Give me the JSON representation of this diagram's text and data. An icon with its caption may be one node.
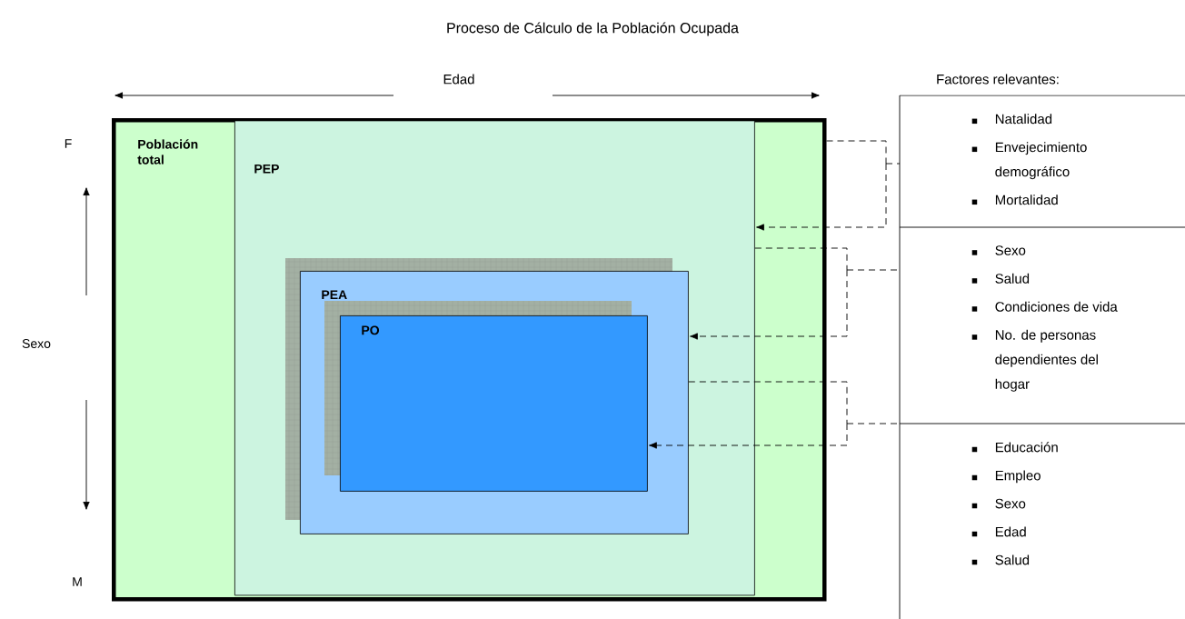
{
  "diagram": {
    "title": "Proceso de Cálculo de la Población Ocupada",
    "nodes": [
      {
        "text": [
          "Población total"
        ]
      },
      {
        "text": [
          "PEP"
        ],
        "in": 0
      },
      {
        "text": [
          "PEA"
        ],
        "in": 1
      },
      {
        "text": [
          "PO"
        ],
        "in": 2
      },
      {
        "text": [
          "Natalidad",
          "Envejecimiento demográfico",
          "Mortalidad"
        ]
      },
      {
        "text": [
          "Sexo",
          "Salud",
          "Condiciones de vida",
          "No. de personas dependientes del hogar"
        ]
      },
      {
        "text": [
          "Educación",
          "Empleo",
          "Sexo",
          "Edad",
          "Salud"
        ]
      }
    ],
    "edges": [
      {
        "from": 4,
        "to": 1,
        "arrow": "to",
        "style": "dashed"
      },
      {
        "from": 4,
        "to": 0,
        "arrow": "none",
        "style": "dashed"
      },
      {
        "from": 5,
        "to": 2,
        "arrow": "to",
        "style": "dashed"
      },
      {
        "from": 5,
        "to": 1,
        "arrow": "none",
        "style": "dashed"
      },
      {
        "from": 6,
        "to": 3,
        "arrow": "to",
        "style": "dashed"
      },
      {
        "from": 6,
        "to": 2,
        "arrow": "none",
        "style": "dashed"
      }
    ],
    "labels": [
      "Edad",
      "Factores relevantes:",
      "F",
      "Sexo",
      "M"
    ]
  }
}
